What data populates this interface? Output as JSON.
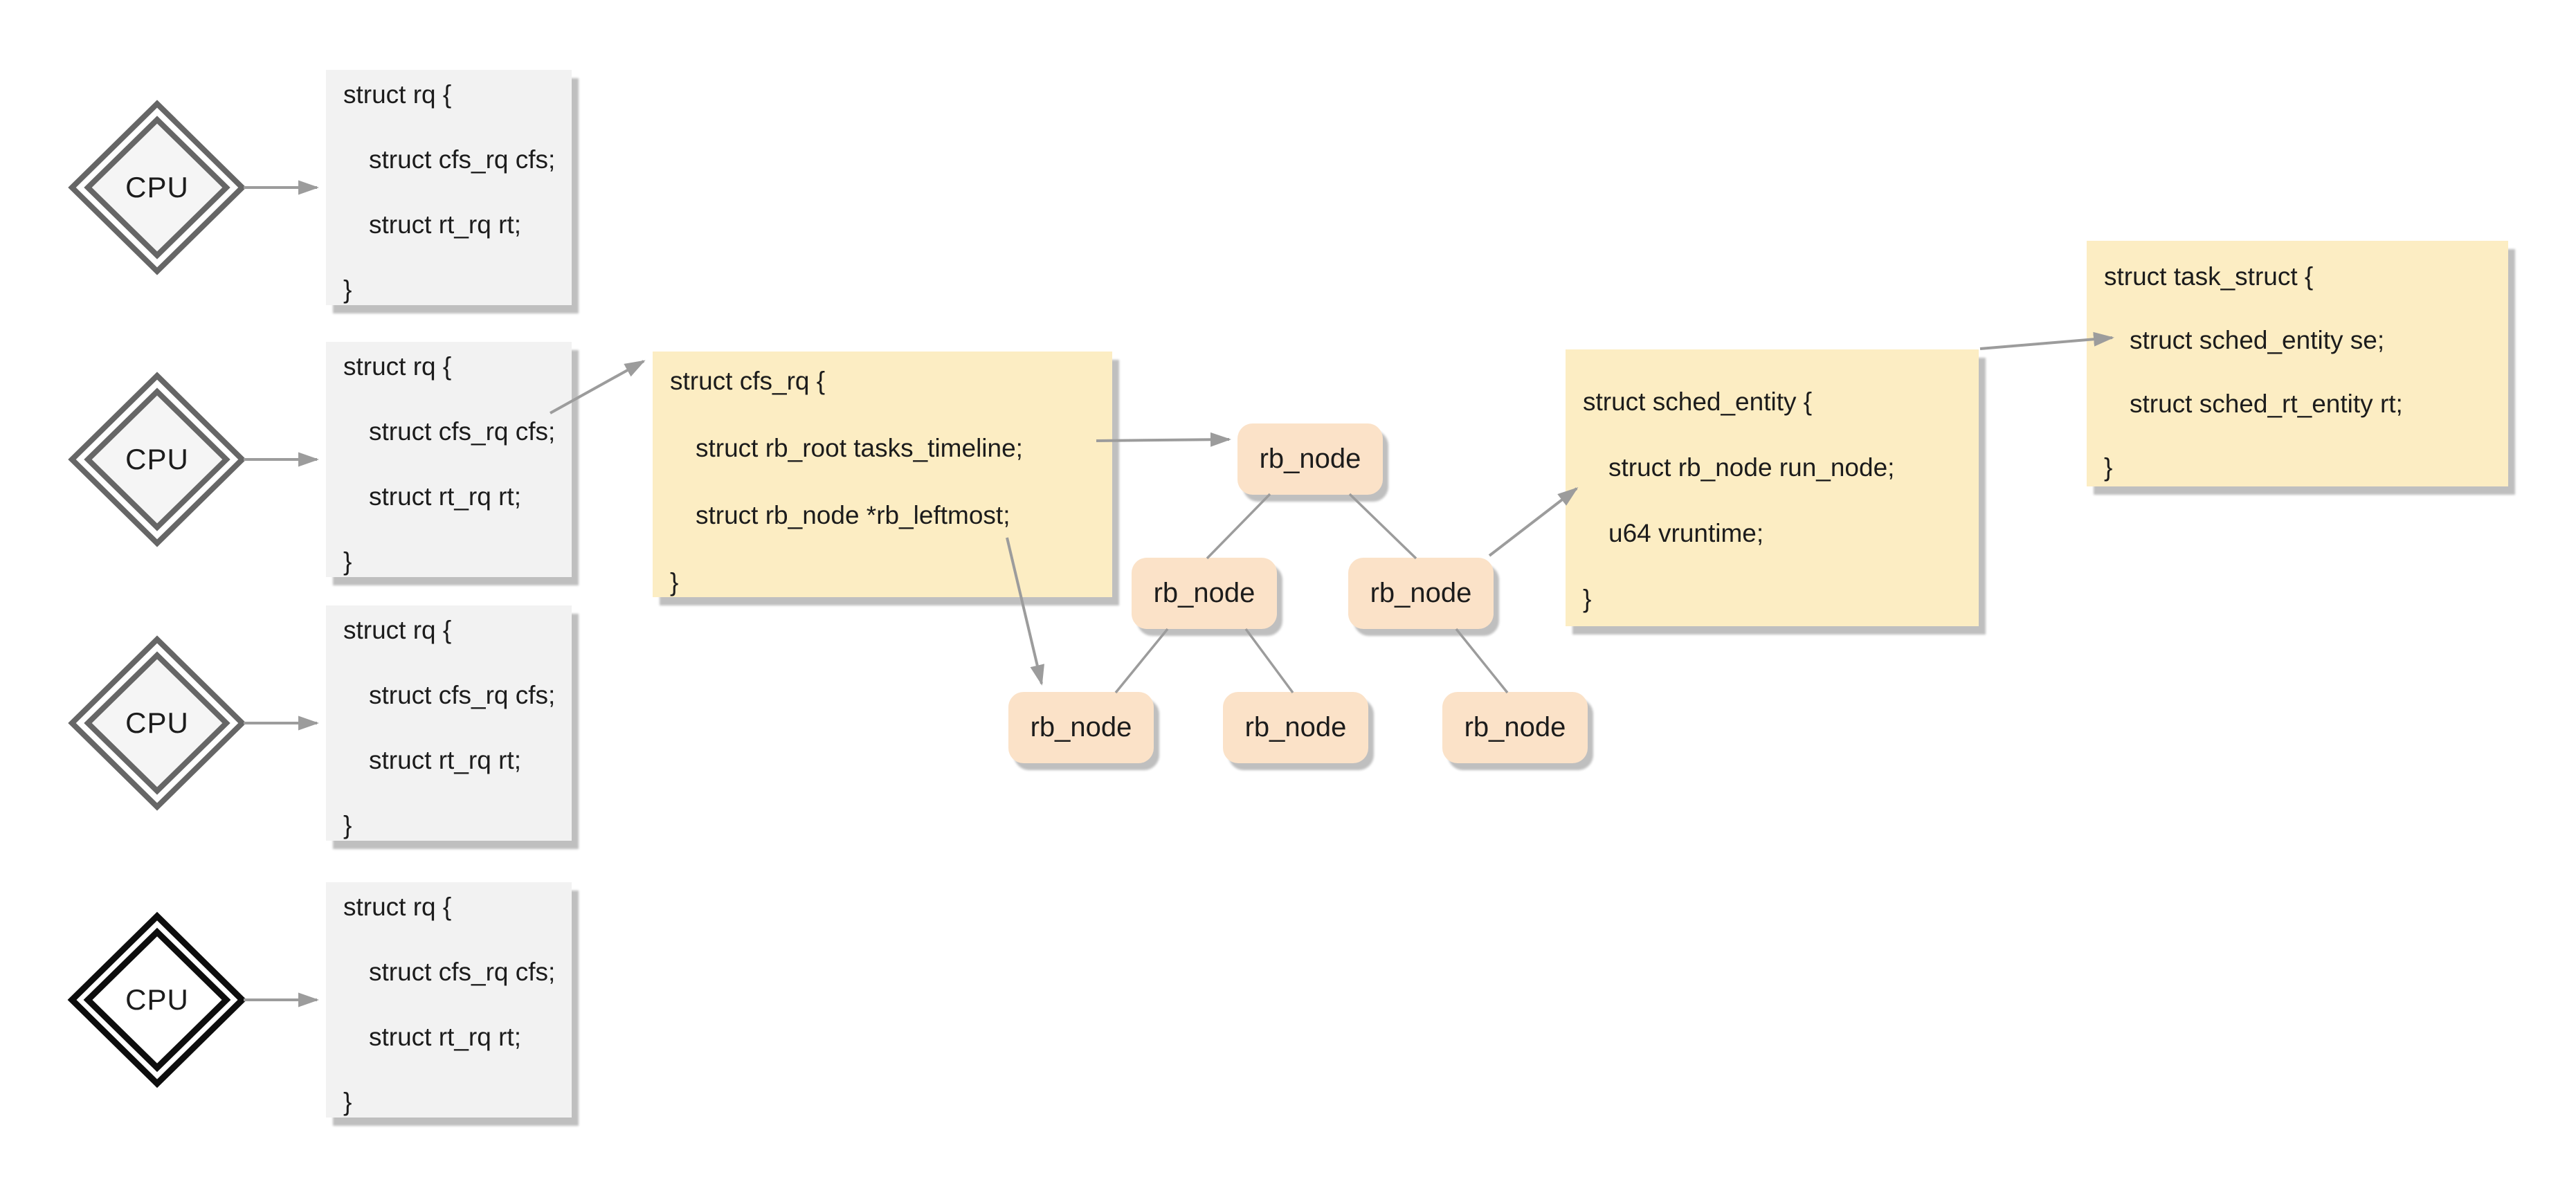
{
  "colors": {
    "background": "#ffffff",
    "gray_box_fill": "#f2f2f2",
    "yellow_box_fill": "#fcedc3",
    "rb_node_fill": "#fbe2c8",
    "shadow": "#bfbfbf",
    "connector": "#9c9c9c",
    "diamond_gray_stroke": "#666666",
    "diamond_gray_fill": "#f5f5f5",
    "diamond_black_stroke": "#0d0d0d",
    "diamond_black_fill": "#ffffff",
    "text": "#1c1c1c"
  },
  "cpu": {
    "label": "CPU"
  },
  "rq_box": {
    "lines": [
      "struct rq {",
      "struct cfs_rq cfs;",
      "struct rt_rq rt;",
      "}"
    ]
  },
  "cfs_rq_box": {
    "lines": [
      "struct cfs_rq {",
      "struct rb_root tasks_timeline;",
      "struct rb_node *rb_leftmost;",
      "}"
    ]
  },
  "sched_entity_box": {
    "lines": [
      "struct sched_entity {",
      "struct rb_node run_node;",
      "u64 vruntime;",
      "}"
    ]
  },
  "task_struct_box": {
    "lines": [
      "struct task_struct {",
      "struct sched_entity se;",
      "struct sched_rt_entity rt;",
      "}"
    ]
  },
  "rb_node": {
    "label": "rb_node"
  }
}
